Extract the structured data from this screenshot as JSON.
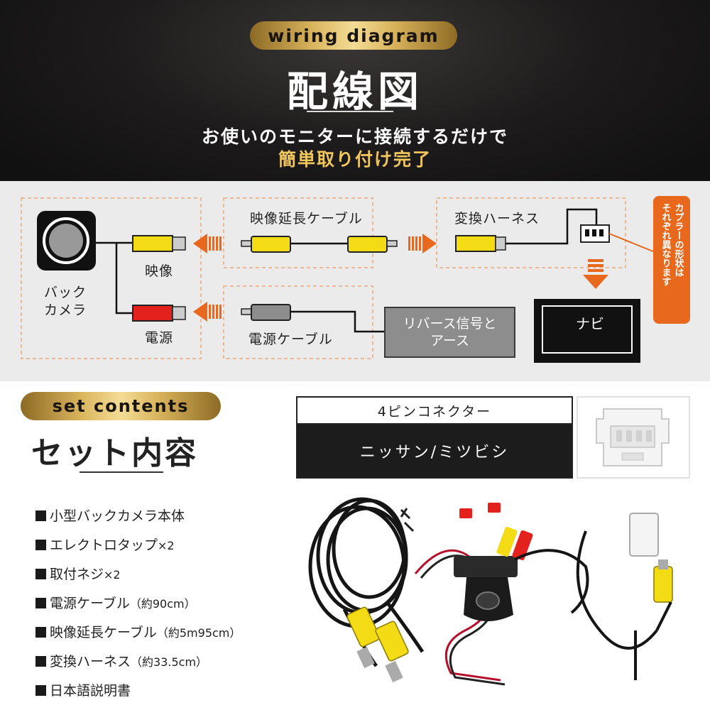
{
  "header": {
    "badge": "wiring diagram",
    "title": "配線図",
    "line1": "お使いのモニターに接続するだけで",
    "line2": "簡単取り付け完了"
  },
  "diagram": {
    "video_ext_cable": "映像延長ケーブル",
    "harness": "変換ハーネス",
    "video": "映像",
    "back_camera_1": "バック",
    "back_camera_2": "カメラ",
    "power": "電源",
    "power_cable": "電源ケーブル",
    "reverse_1": "リバース信号と",
    "reverse_2": "アース",
    "navi": "ナビ",
    "callout_col1": "カプラーの形状は",
    "callout_col2": "それぞれ異なります"
  },
  "set": {
    "badge": "set contents",
    "title": "セット内容",
    "connector_head": "4ピンコネクター",
    "connector_body": "ニッサン/ミツビシ",
    "items": [
      {
        "name": "小型バックカメラ本体",
        "note": ""
      },
      {
        "name": "エレクトロタップ",
        "note": "×2"
      },
      {
        "name": "取付ネジ",
        "note": "×2"
      },
      {
        "name": "電源ケーブル",
        "note": "（約90cm）"
      },
      {
        "name": "映像延長ケーブル",
        "note": "（約5m95cm）"
      },
      {
        "name": "変換ハーネス",
        "note": "（約33.5cm）"
      },
      {
        "name": "日本語説明書",
        "note": ""
      }
    ]
  },
  "colors": {
    "gold": "#d9b45d",
    "orange": "#e8691e",
    "yellow": "#f3dc16",
    "red": "#e3211d",
    "gray": "#8d8d8d"
  }
}
